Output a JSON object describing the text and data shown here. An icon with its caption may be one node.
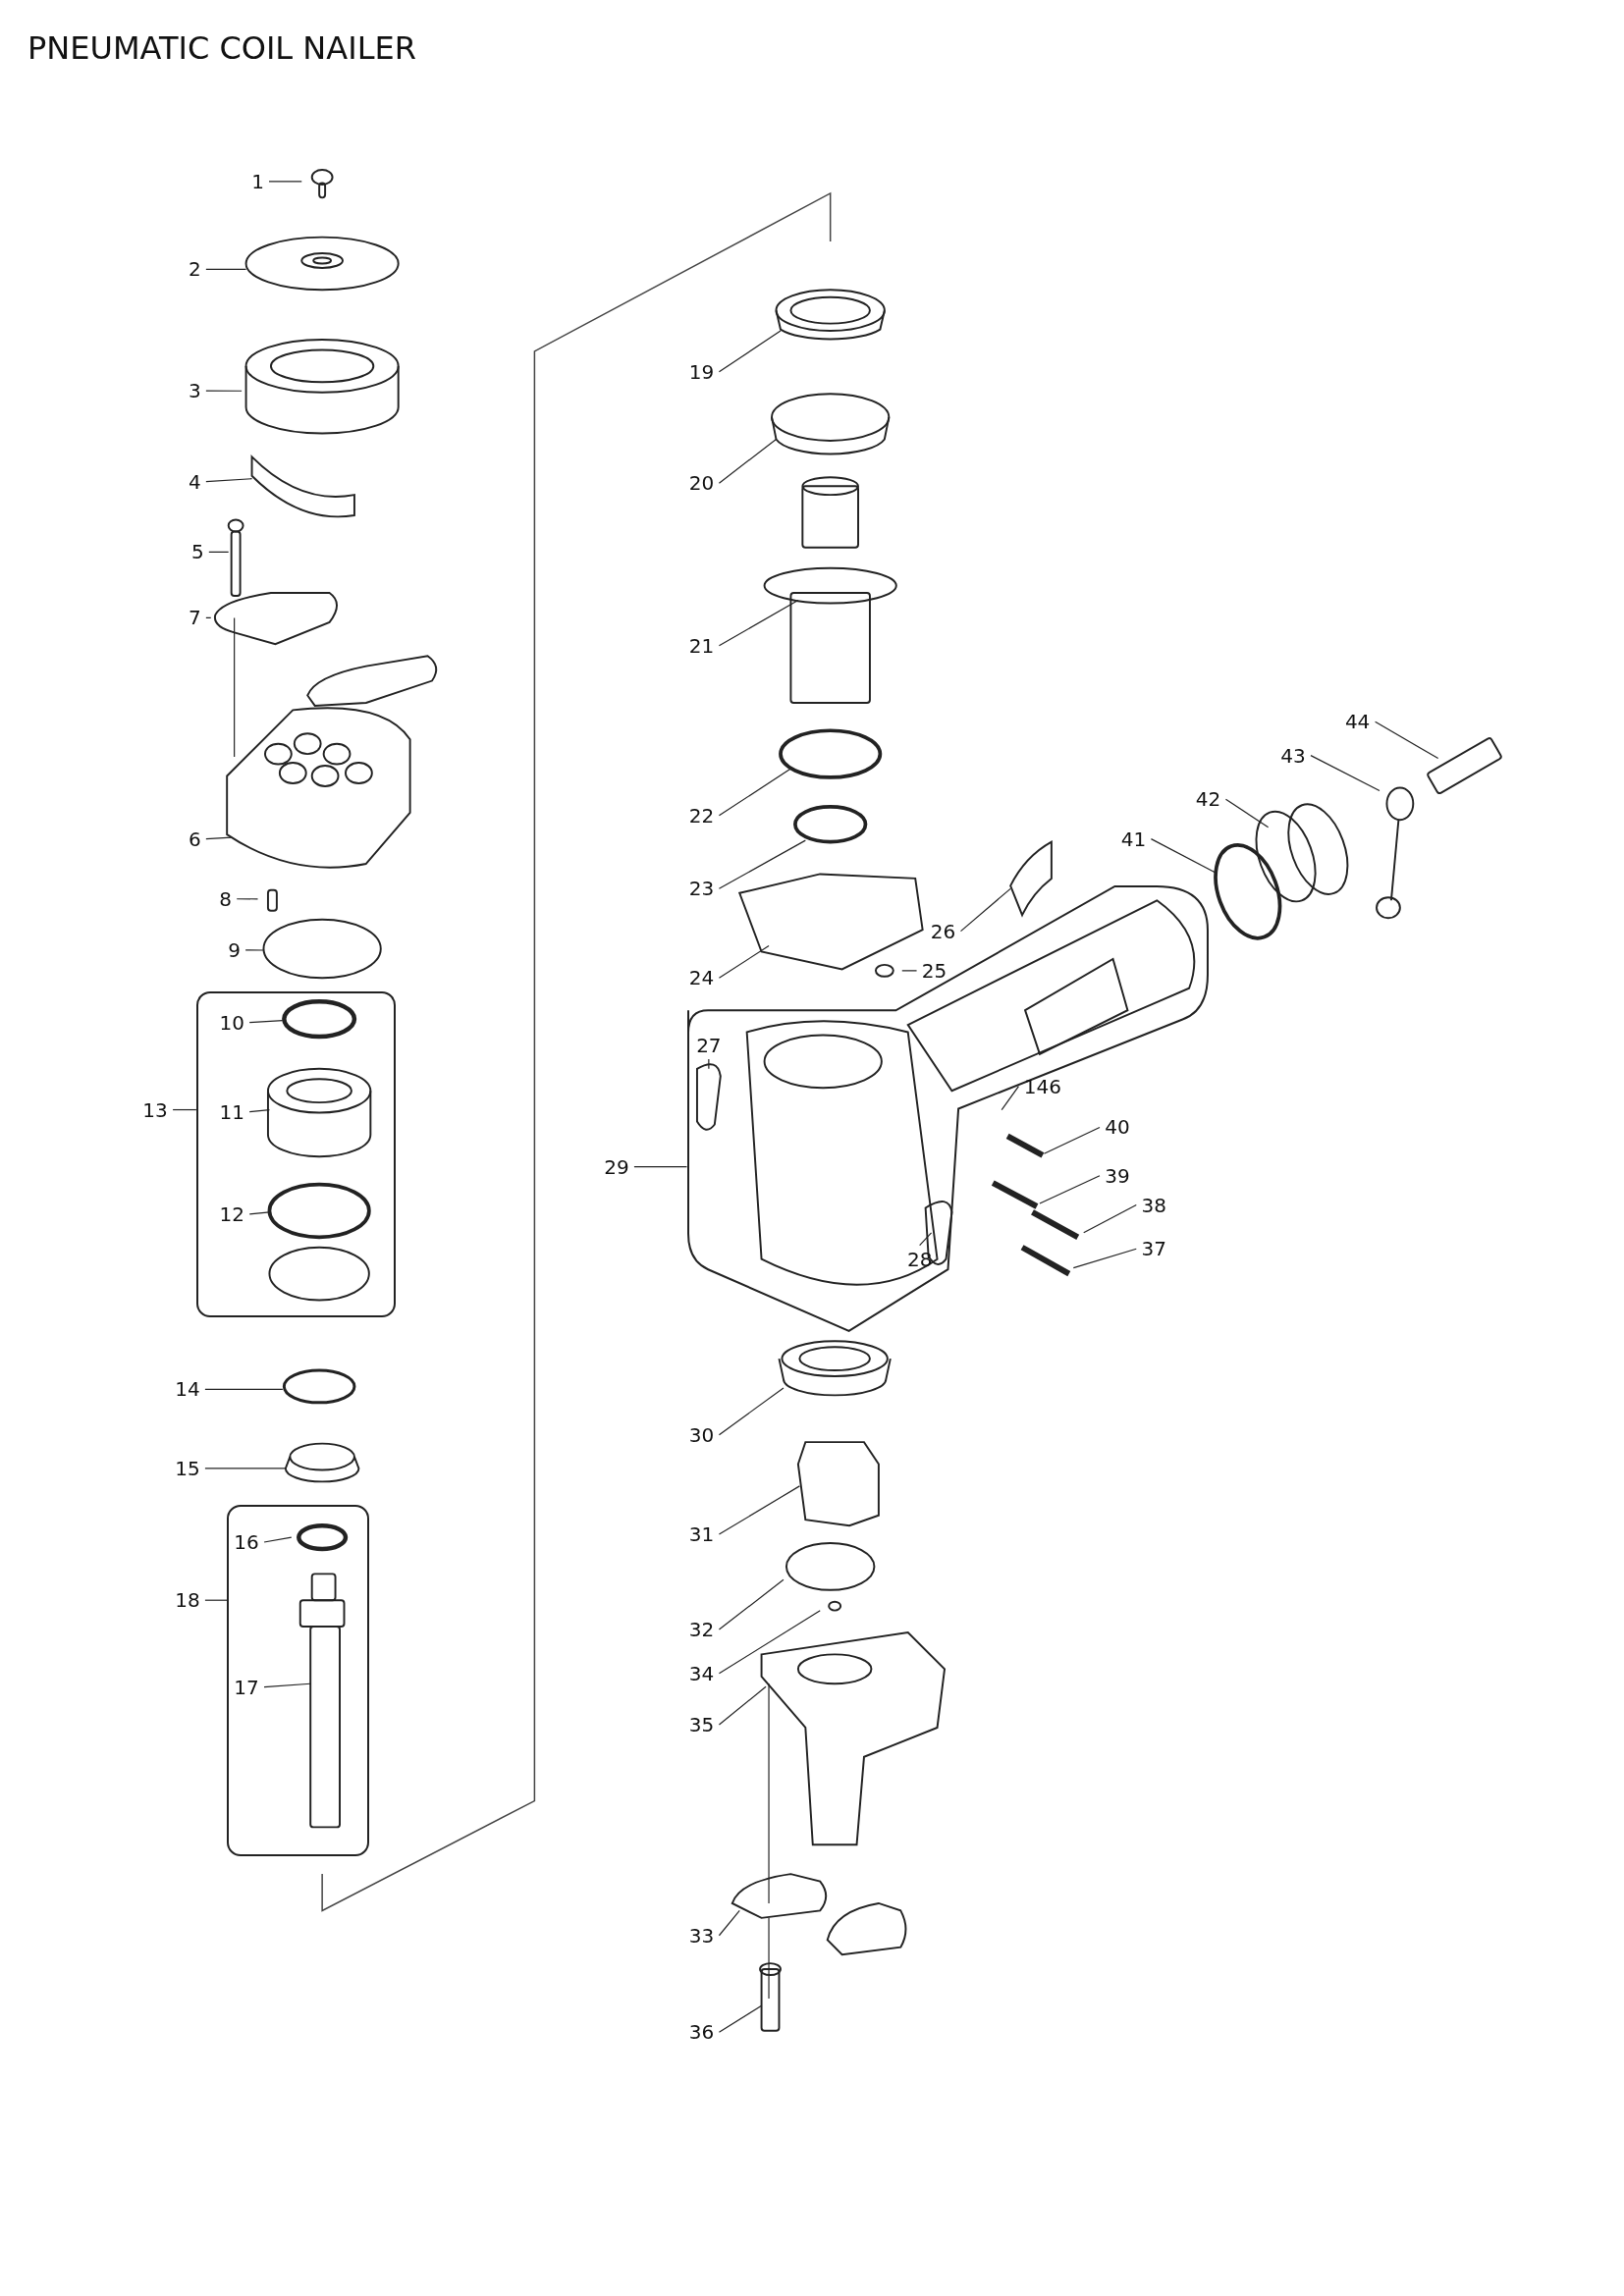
{
  "diagram": {
    "title": "PNEUMATIC COIL NAILER",
    "nodes": [
      {
        "text": [
          "1"
        ]
      },
      {
        "text": [
          "2"
        ]
      },
      {
        "text": [
          "3"
        ]
      },
      {
        "text": [
          "4"
        ]
      },
      {
        "text": [
          "5"
        ]
      },
      {
        "text": [
          "7"
        ]
      },
      {
        "text": [
          "6"
        ]
      },
      {
        "text": [
          "8"
        ]
      },
      {
        "text": [
          "9"
        ]
      },
      {
        "text": [],
        "shape": "box"
      },
      {
        "text": [
          "10"
        ],
        "in": 9
      },
      {
        "text": [
          "11"
        ],
        "in": 9
      },
      {
        "text": [
          "12"
        ],
        "in": 9
      },
      {
        "text": [
          "13"
        ]
      },
      {
        "text": [
          "14"
        ]
      },
      {
        "text": [
          "15"
        ]
      },
      {
        "text": [],
        "shape": "box"
      },
      {
        "text": [
          "16"
        ],
        "in": 16
      },
      {
        "text": [
          "17"
        ],
        "in": 16
      },
      {
        "text": [
          "18"
        ]
      },
      {
        "text": [
          "19"
        ]
      },
      {
        "text": [
          "20"
        ]
      },
      {
        "text": [
          "21"
        ]
      },
      {
        "text": [
          "22"
        ]
      },
      {
        "text": [
          "23"
        ]
      },
      {
        "text": [
          "24"
        ]
      },
      {
        "text": [
          "25"
        ]
      },
      {
        "text": [
          "26"
        ]
      },
      {
        "text": [],
        "shape": "box"
      },
      {
        "text": [
          "27"
        ],
        "in": 28
      },
      {
        "text": [
          "146"
        ],
        "in": 28
      },
      {
        "text": [
          "28"
        ],
        "in": 28
      },
      {
        "text": [
          "29"
        ]
      },
      {
        "text": [
          "30"
        ]
      },
      {
        "text": [
          "31"
        ]
      },
      {
        "text": [
          "32"
        ]
      },
      {
        "text": [
          "34"
        ]
      },
      {
        "text": [
          "35"
        ]
      },
      {
        "text": [
          "33"
        ]
      },
      {
        "text": [
          "36"
        ]
      },
      {
        "text": [
          "40"
        ]
      },
      {
        "text": [
          "39"
        ]
      },
      {
        "text": [
          "38"
        ]
      },
      {
        "text": [
          "37"
        ]
      },
      {
        "text": [
          "41"
        ]
      },
      {
        "text": [
          "42"
        ]
      },
      {
        "text": [
          "43"
        ]
      },
      {
        "text": [
          "44"
        ]
      }
    ],
    "edges": [
      {
        "from": 0,
        "to": null,
        "arrow": "none"
      },
      {
        "from": 1,
        "to": null,
        "arrow": "none"
      },
      {
        "from": 2,
        "to": null,
        "arrow": "none"
      },
      {
        "from": 3,
        "to": null,
        "arrow": "none"
      },
      {
        "from": 4,
        "to": null,
        "arrow": "none"
      },
      {
        "from": 5,
        "to": null,
        "arrow": "none"
      },
      {
        "from": 6,
        "to": null,
        "arrow": "none"
      },
      {
        "from": 7,
        "to": null,
        "arrow": "none"
      },
      {
        "from": 8,
        "to": null,
        "arrow": "none"
      },
      {
        "from": 10,
        "to": null,
        "arrow": "none"
      },
      {
        "from": 11,
        "to": null,
        "arrow": "none"
      },
      {
        "from": 12,
        "to": null,
        "arrow": "none"
      },
      {
        "from": 13,
        "to": 9,
        "arrow": "none"
      },
      {
        "from": 14,
        "to": null,
        "arrow": "none"
      },
      {
        "from": 15,
        "to": null,
        "arrow": "none"
      },
      {
        "from": 17,
        "to": null,
        "arrow": "none"
      },
      {
        "from": 18,
        "to": null,
        "arrow": "none"
      },
      {
        "from": 19,
        "to": 16,
        "arrow": "none"
      },
      {
        "from": 20,
        "to": null,
        "arrow": "none"
      },
      {
        "from": 21,
        "to": null,
        "arrow": "none"
      },
      {
        "from": 22,
        "to": null,
        "arrow": "none"
      },
      {
        "from": 23,
        "to": null,
        "arrow": "none"
      },
      {
        "from": 24,
        "to": null,
        "arrow": "none"
      },
      {
        "from": 25,
        "to": null,
        "arrow": "none"
      },
      {
        "from": 26,
        "to": null,
        "arrow": "none"
      },
      {
        "from": 27,
        "to": null,
        "arrow": "none"
      },
      {
        "from": 29,
        "to": null,
        "arrow": "none"
      },
      {
        "from": 30,
        "to": null,
        "arrow": "none"
      },
      {
        "from": 31,
        "to": null,
        "arrow": "none"
      },
      {
        "from": 32,
        "to": 28,
        "arrow": "none"
      },
      {
        "from": 33,
        "to": null,
        "arrow": "none"
      },
      {
        "from": 34,
        "to": null,
        "arrow": "none"
      },
      {
        "from": 35,
        "to": null,
        "arrow": "none"
      },
      {
        "from": 36,
        "to": null,
        "arrow": "none"
      },
      {
        "from": 37,
        "to": null,
        "arrow": "none"
      },
      {
        "from": 38,
        "to": null,
        "arrow": "none"
      },
      {
        "from": 39,
        "to": null,
        "arrow": "none"
      },
      {
        "from": 40,
        "to": null,
        "arrow": "none"
      },
      {
        "from": 41,
        "to": null,
        "arrow": "none"
      },
      {
        "from": 42,
        "to": null,
        "arrow": "none"
      },
      {
        "from": 43,
        "to": null,
        "arrow": "none"
      },
      {
        "from": 44,
        "to": null,
        "arrow": "none"
      },
      {
        "from": 45,
        "to": null,
        "arrow": "none"
      },
      {
        "from": 46,
        "to": null,
        "arrow": "none"
      },
      {
        "from": 47,
        "to": null,
        "arrow": "none"
      }
    ]
  }
}
